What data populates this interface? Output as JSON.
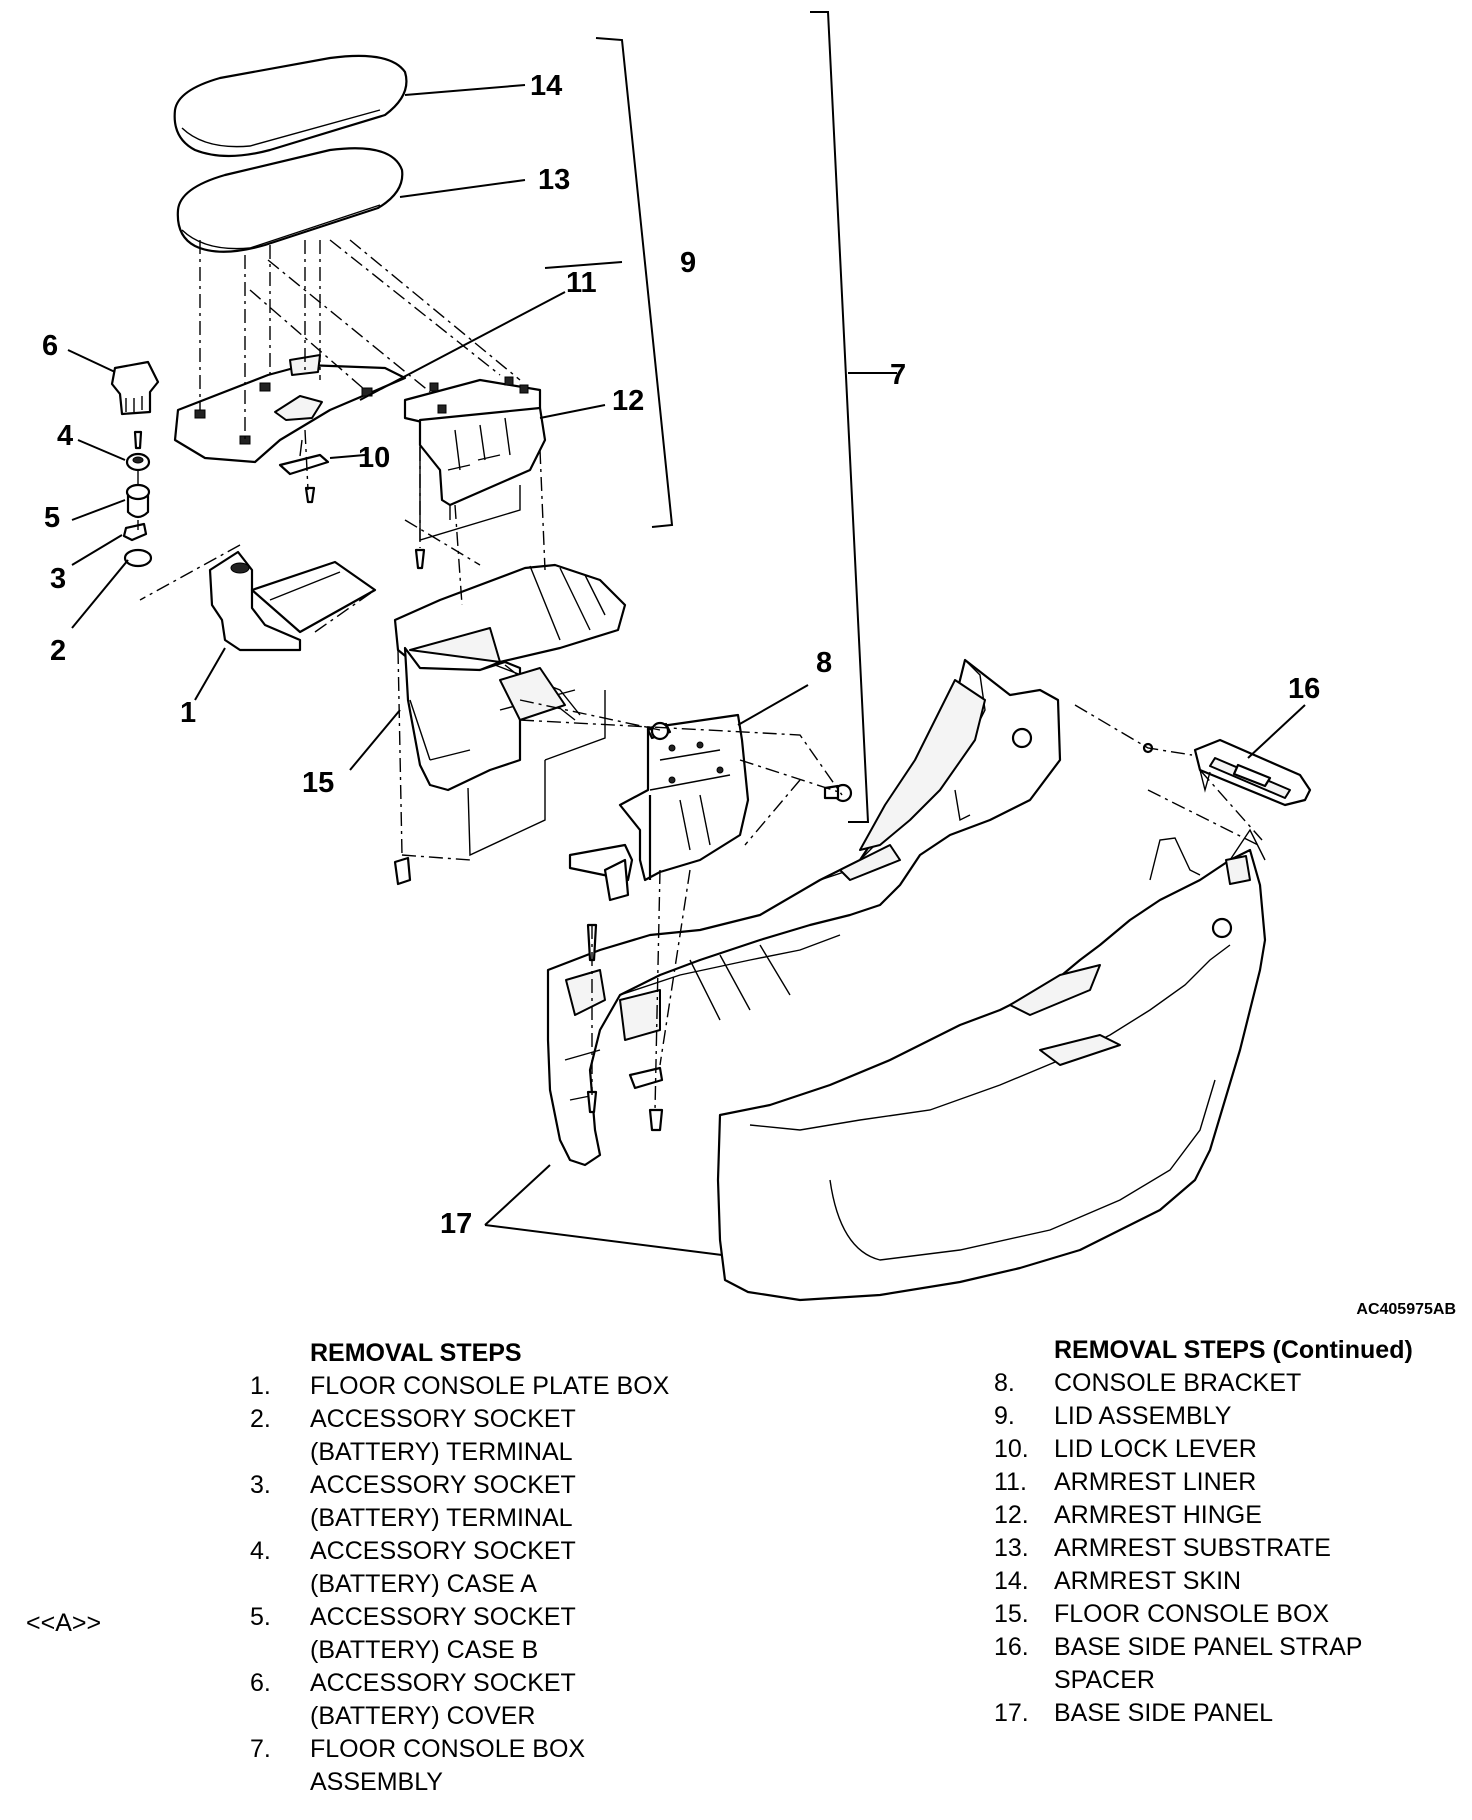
{
  "figure_id": "AC405975AB",
  "callouts": [
    "1",
    "2",
    "3",
    "4",
    "5",
    "6",
    "7",
    "8",
    "9",
    "10",
    "11",
    "12",
    "13",
    "14",
    "15",
    "16",
    "17"
  ],
  "removal_steps": {
    "heading": "REMOVAL STEPS",
    "heading_continued": "REMOVAL STEPS (Continued)",
    "left": [
      {
        "num": "1.",
        "text": "FLOOR CONSOLE PLATE BOX"
      },
      {
        "num": "2.",
        "text": "ACCESSORY SOCKET\n(BATTERY) TERMINAL"
      },
      {
        "num": "3.",
        "text": "ACCESSORY SOCKET\n(BATTERY) TERMINAL"
      },
      {
        "num": "4.",
        "text": "ACCESSORY SOCKET\n(BATTERY) CASE A"
      },
      {
        "num": "5.",
        "text": "ACCESSORY SOCKET\n(BATTERY) CASE B"
      },
      {
        "num": "6.",
        "text": "ACCESSORY SOCKET\n(BATTERY) COVER"
      },
      {
        "num": "7.",
        "text": "FLOOR CONSOLE BOX\nASSEMBLY"
      }
    ],
    "right": [
      {
        "num": "8.",
        "text": "CONSOLE BRACKET"
      },
      {
        "num": "9.",
        "text": "LID ASSEMBLY"
      },
      {
        "num": "10.",
        "text": "LID LOCK LEVER"
      },
      {
        "num": "11.",
        "text": "ARMREST LINER"
      },
      {
        "num": "12.",
        "text": "ARMREST HINGE"
      },
      {
        "num": "13.",
        "text": "ARMREST SUBSTRATE"
      },
      {
        "num": "14.",
        "text": "ARMREST SKIN"
      },
      {
        "num": "15.",
        "text": "FLOOR CONSOLE BOX"
      },
      {
        "num": "16.",
        "text": "BASE SIDE PANEL STRAP\nSPACER"
      },
      {
        "num": "17.",
        "text": "BASE SIDE PANEL"
      }
    ],
    "marker": "<<A>>"
  }
}
